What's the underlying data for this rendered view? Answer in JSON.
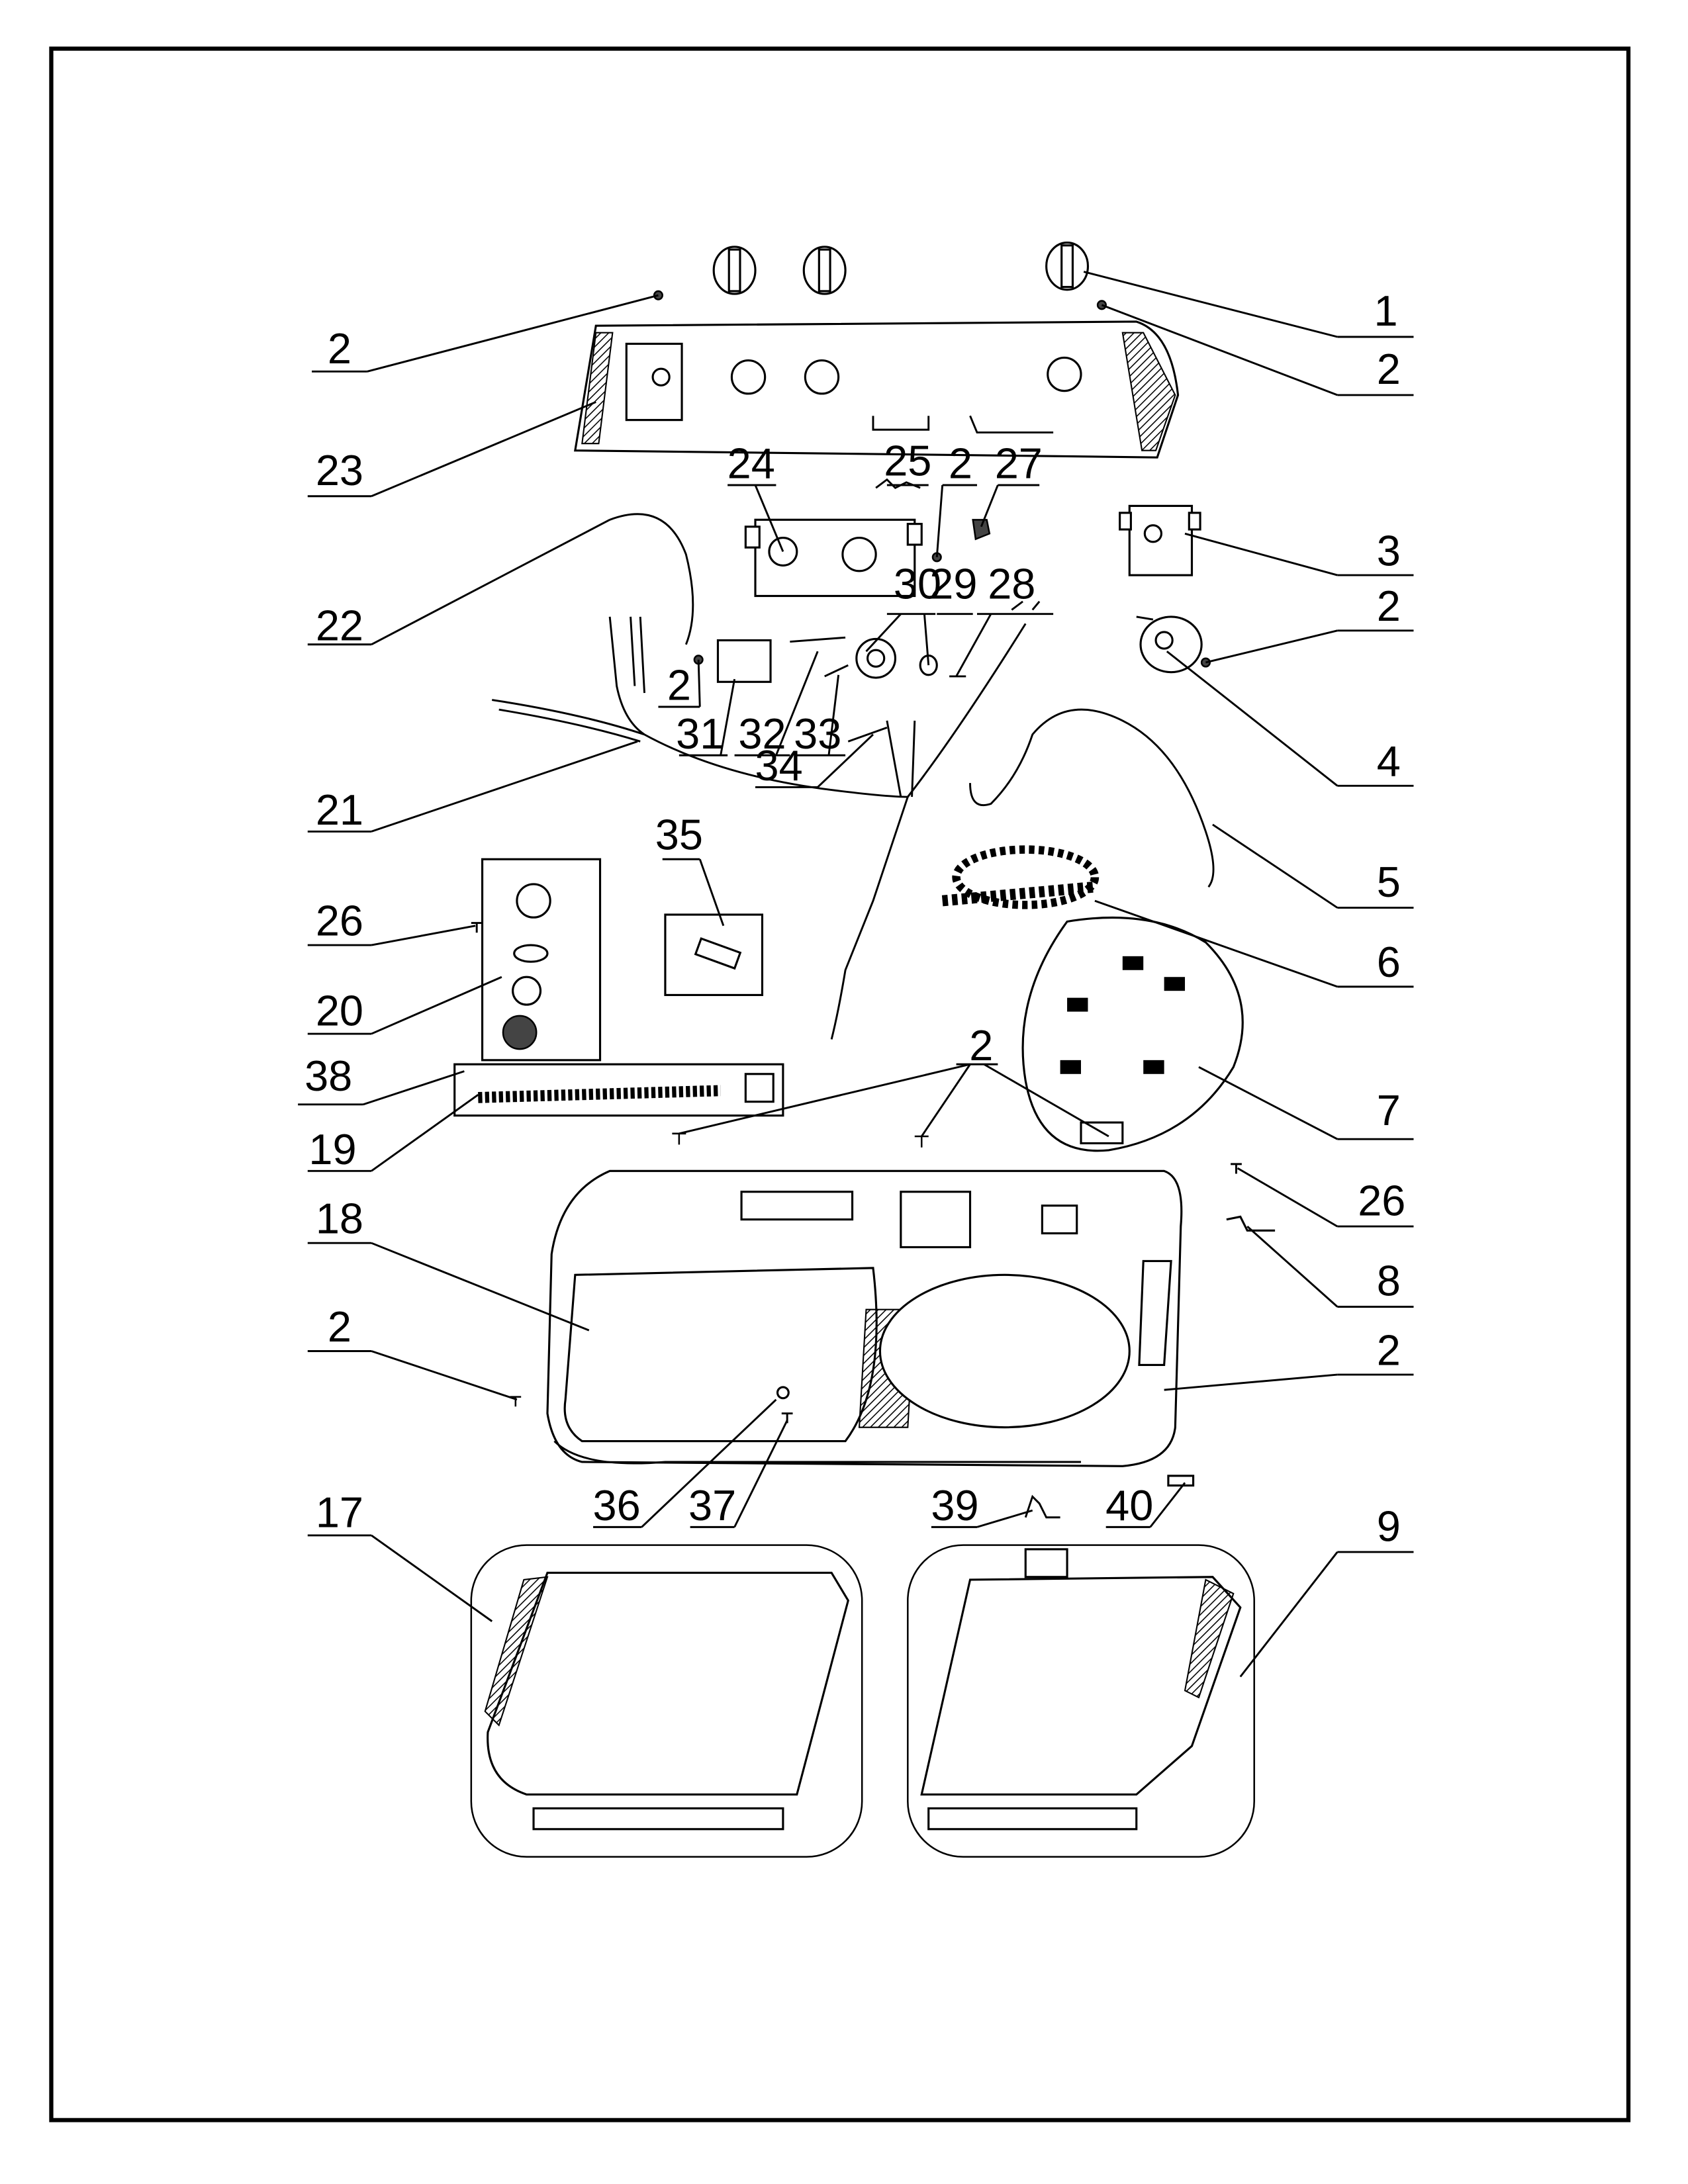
{
  "diagram": {
    "type": "exploded-parts-diagram",
    "colors": {
      "line": "#000000",
      "background": "#ffffff"
    },
    "labels": [
      "1",
      "2",
      "2",
      "23",
      "24",
      "25",
      "2",
      "27",
      "3",
      "22",
      "30",
      "29",
      "28",
      "2",
      "2",
      "31",
      "32",
      "33",
      "34",
      "4",
      "21",
      "5",
      "35",
      "26",
      "6",
      "20",
      "38",
      "19",
      "2",
      "7",
      "26",
      "18",
      "8",
      "2",
      "2",
      "36",
      "37",
      "39",
      "40",
      "17",
      "9"
    ]
  }
}
